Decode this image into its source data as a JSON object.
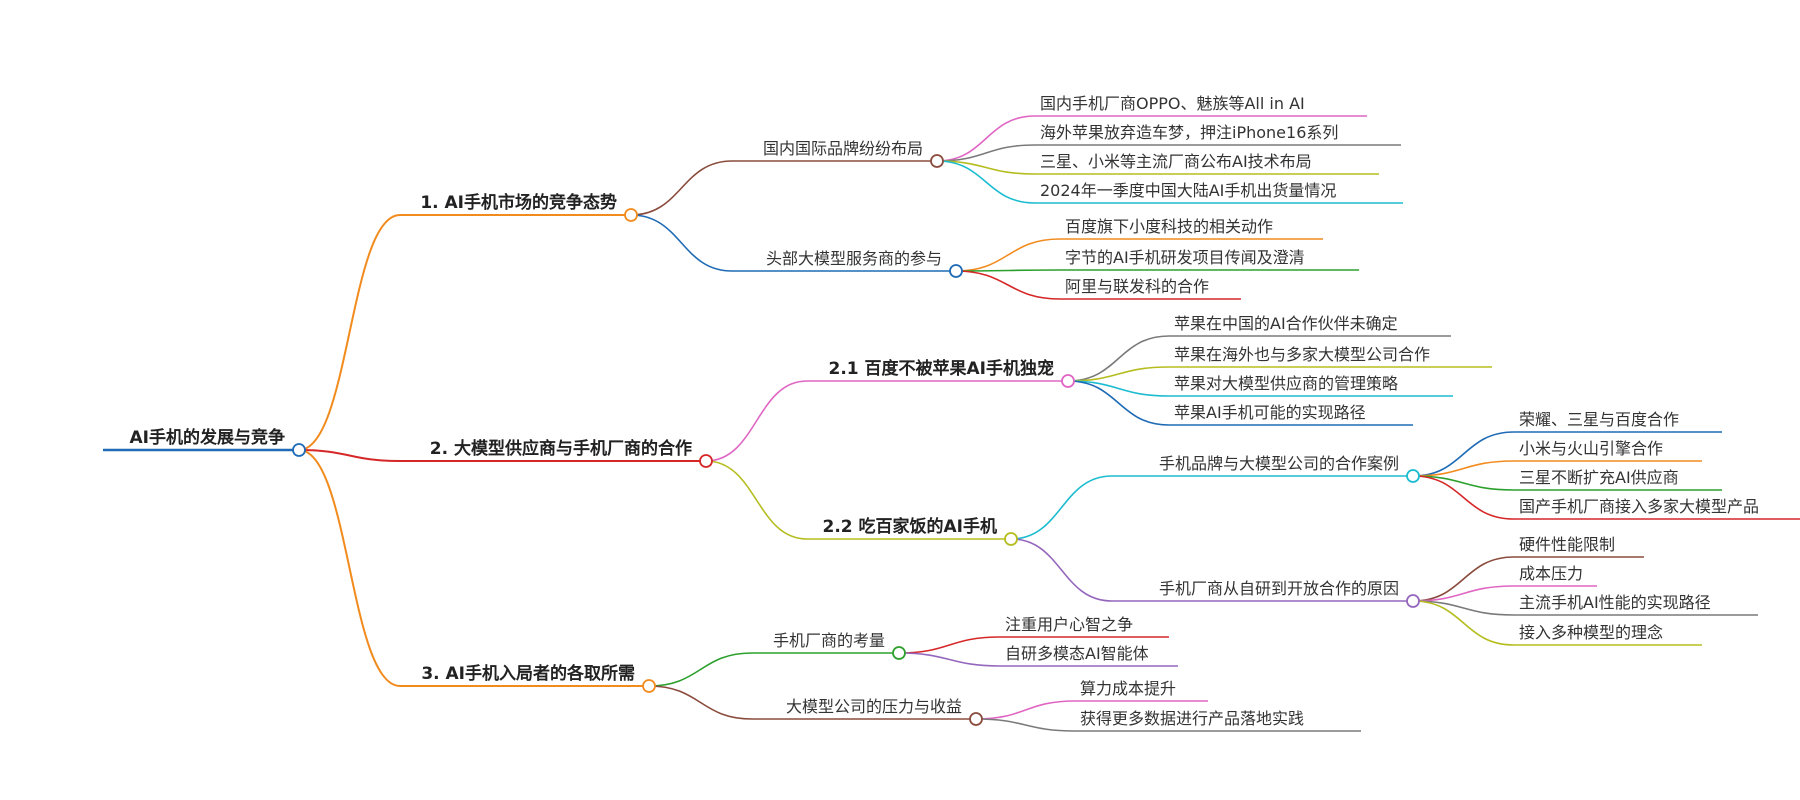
{
  "root": {
    "label": "AI手机的发展与竞争",
    "color": "#1f6bb5",
    "children": [
      {
        "label": "1. AI手机市场的竞争态势",
        "color": "#f28b1e",
        "children": [
          {
            "label": "国内国际品牌纷纷布局",
            "color": "#8a4b3c",
            "children": [
              {
                "label": "国内手机厂商OPPO、魅族等All in AI",
                "color": "#e066c4"
              },
              {
                "label": "海外苹果放弃造车梦，押注iPhone16系列",
                "color": "#7a7a7a"
              },
              {
                "label": "三星、小米等主流厂商公布AI技术布局",
                "color": "#b5bd1e"
              },
              {
                "label": "2024年一季度中国大陆AI手机出货量情况",
                "color": "#1cbcd0"
              }
            ]
          },
          {
            "label": "头部大模型服务商的参与",
            "color": "#1f6bb5",
            "children": [
              {
                "label": "百度旗下小度科技的相关动作",
                "color": "#f28b1e"
              },
              {
                "label": "字节的AI手机研发项目传闻及澄清",
                "color": "#2ca02c"
              },
              {
                "label": "阿里与联发科的合作",
                "color": "#d62728"
              }
            ]
          }
        ]
      },
      {
        "label": "2. 大模型供应商与手机厂商的合作",
        "color": "#d62728",
        "children": [
          {
            "label": "2.1 百度不被苹果AI手机独宠",
            "color": "#e066c4",
            "children": [
              {
                "label": "苹果在中国的AI合作伙伴未确定",
                "color": "#7a7a7a"
              },
              {
                "label": "苹果在海外也与多家大模型公司合作",
                "color": "#b5bd1e"
              },
              {
                "label": "苹果对大模型供应商的管理策略",
                "color": "#1cbcd0"
              },
              {
                "label": "苹果AI手机可能的实现路径",
                "color": "#1f6bb5"
              }
            ]
          },
          {
            "label": "2.2 吃百家饭的AI手机",
            "color": "#b5bd1e",
            "children": [
              {
                "label": "手机品牌与大模型公司的合作案例",
                "color": "#1cbcd0",
                "children": [
                  {
                    "label": "荣耀、三星与百度合作",
                    "color": "#1f6bb5"
                  },
                  {
                    "label": "小米与火山引擎合作",
                    "color": "#f28b1e"
                  },
                  {
                    "label": "三星不断扩充AI供应商",
                    "color": "#2ca02c"
                  },
                  {
                    "label": "国产手机厂商接入多家大模型产品",
                    "color": "#d62728"
                  }
                ]
              },
              {
                "label": "手机厂商从自研到开放合作的原因",
                "color": "#9467bd",
                "children": [
                  {
                    "label": "硬件性能限制",
                    "color": "#8a4b3c"
                  },
                  {
                    "label": "成本压力",
                    "color": "#e066c4"
                  },
                  {
                    "label": "主流手机AI性能的实现路径",
                    "color": "#7a7a7a"
                  },
                  {
                    "label": "接入多种模型的理念",
                    "color": "#b5bd1e"
                  }
                ]
              }
            ]
          }
        ]
      },
      {
        "label": "3. AI手机入局者的各取所需",
        "color": "#f28b1e",
        "children": [
          {
            "label": "手机厂商的考量",
            "color": "#2ca02c",
            "children": [
              {
                "label": "注重用户心智之争",
                "color": "#d62728"
              },
              {
                "label": "自研多模态AI智能体",
                "color": "#9467bd"
              }
            ]
          },
          {
            "label": "大模型公司的压力与收益",
            "color": "#8a4b3c",
            "children": [
              {
                "label": "算力成本提升",
                "color": "#e066c4"
              },
              {
                "label": "获得更多数据进行产品落地实践",
                "color": "#7a7a7a"
              }
            ]
          }
        ]
      }
    ]
  }
}
